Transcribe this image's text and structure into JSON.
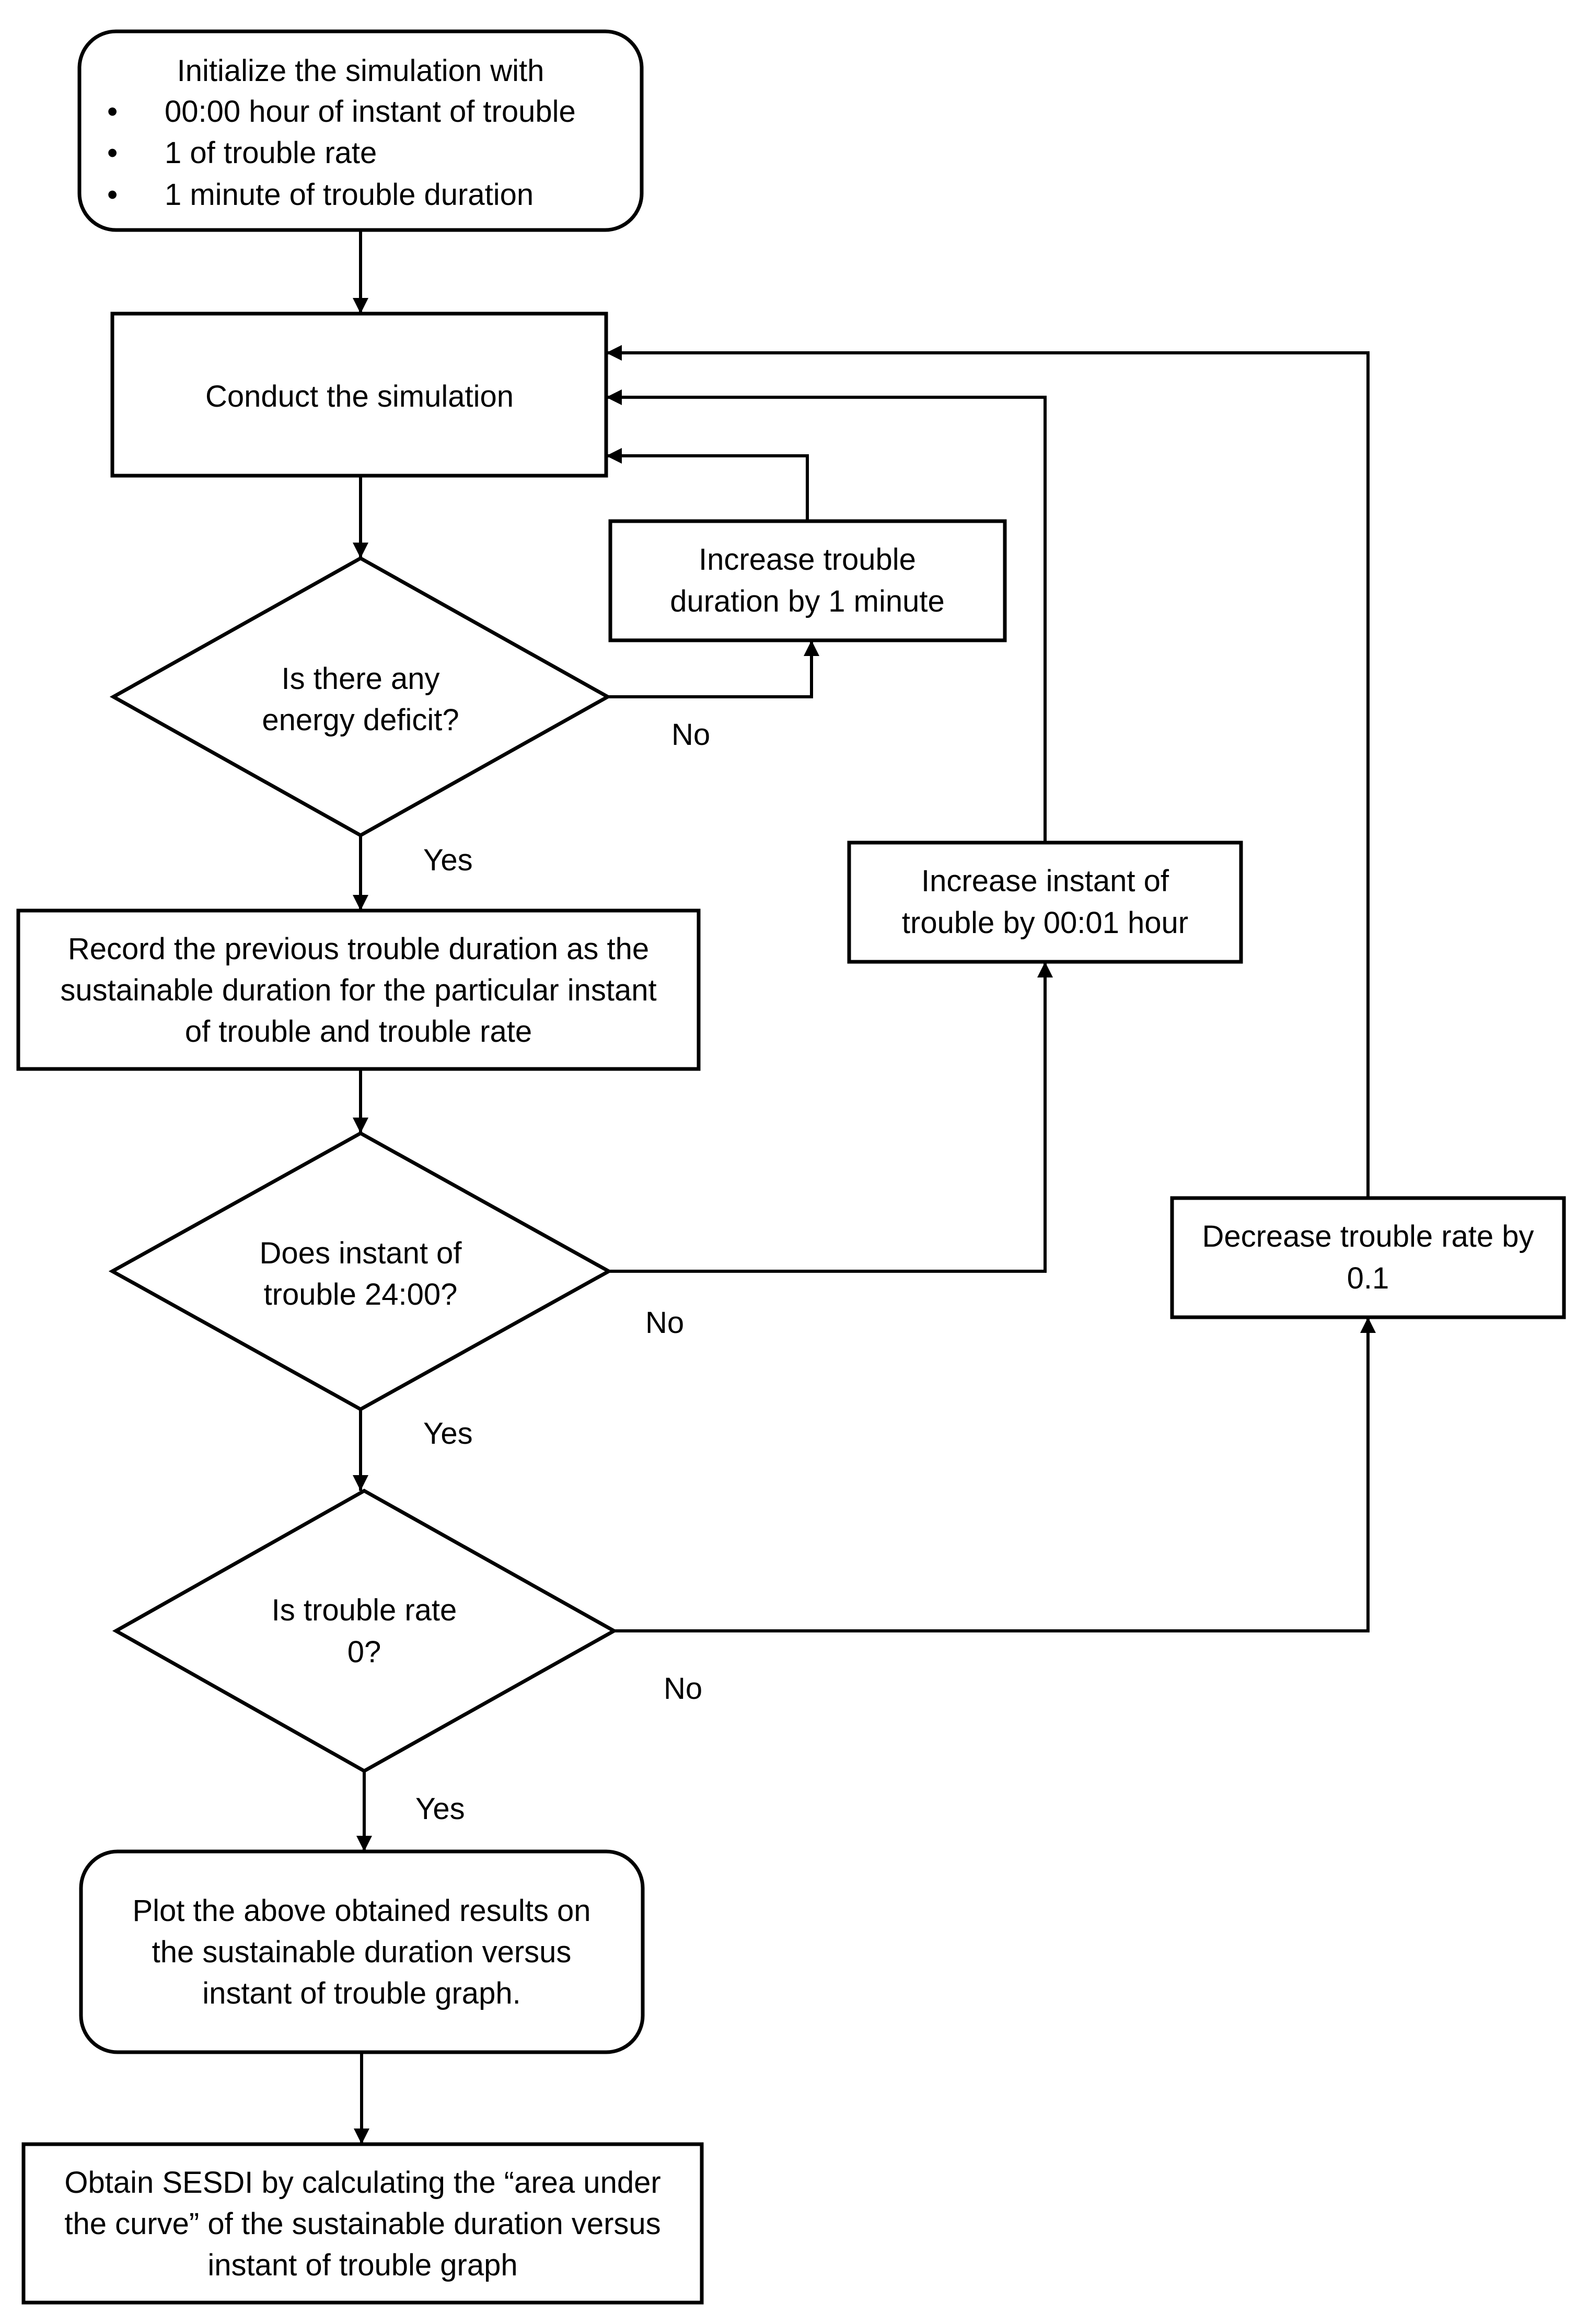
{
  "nodes": {
    "init": {
      "title": "Initialize the simulation with",
      "bullets": [
        "00:00 hour of instant of trouble",
        "1 of trouble rate",
        "1 minute of trouble duration"
      ]
    },
    "conduct": [
      "Conduct the simulation"
    ],
    "energy_decision": [
      "Is there any",
      "energy deficit?"
    ],
    "increase_duration": [
      "Increase trouble",
      "duration by 1 minute"
    ],
    "record": [
      "Record the previous trouble duration as the",
      "sustainable duration for the particular instant",
      "of trouble and trouble rate"
    ],
    "instant_decision": [
      "Does instant of",
      "trouble 24:00?"
    ],
    "increase_instant": [
      "Increase instant of",
      "trouble by 00:01 hour"
    ],
    "rate_decision": [
      "Is trouble rate",
      "0?"
    ],
    "decrease_rate": [
      "Decrease trouble rate by",
      "0.1"
    ],
    "plot": [
      "Plot the above obtained results on",
      "the sustainable duration versus",
      "instant of trouble graph."
    ],
    "obtain": [
      "Obtain SESDI by calculating the “area under",
      "the curve” of the sustainable duration versus",
      "instant of trouble graph"
    ]
  },
  "edge_labels": {
    "energy_no": "No",
    "energy_yes": "Yes",
    "instant_no": "No",
    "instant_yes": "Yes",
    "rate_no": "No",
    "rate_yes": "Yes"
  }
}
